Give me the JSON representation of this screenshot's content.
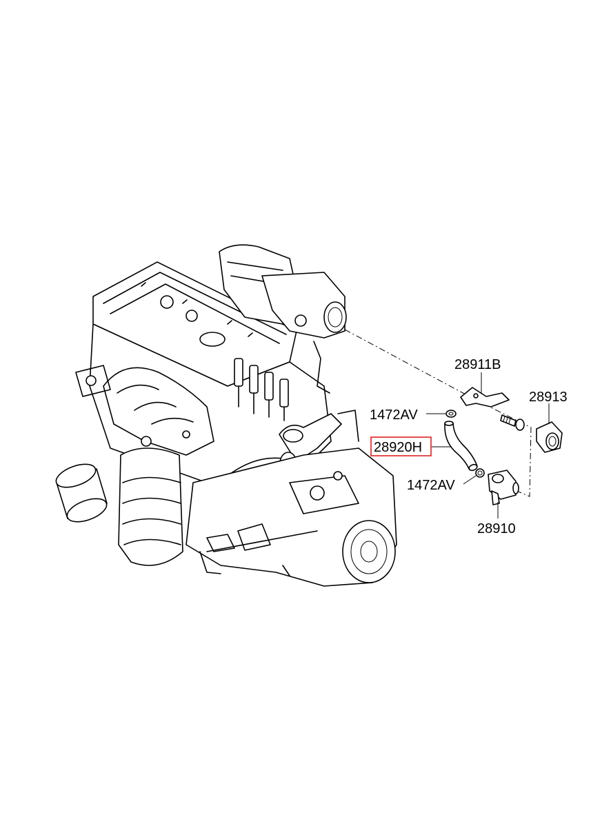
{
  "diagram": {
    "parts": [
      {
        "id": "part-28911B",
        "code": "28911B",
        "highlighted": false
      },
      {
        "id": "part-28913",
        "code": "28913",
        "highlighted": false
      },
      {
        "id": "part-1472AV-upper",
        "code": "1472AV",
        "highlighted": false
      },
      {
        "id": "part-28920H",
        "code": "28920H",
        "highlighted": true
      },
      {
        "id": "part-1472AV-lower",
        "code": "1472AV",
        "highlighted": false
      },
      {
        "id": "part-28910",
        "code": "28910",
        "highlighted": false
      }
    ],
    "highlight_color": "#e02020"
  }
}
